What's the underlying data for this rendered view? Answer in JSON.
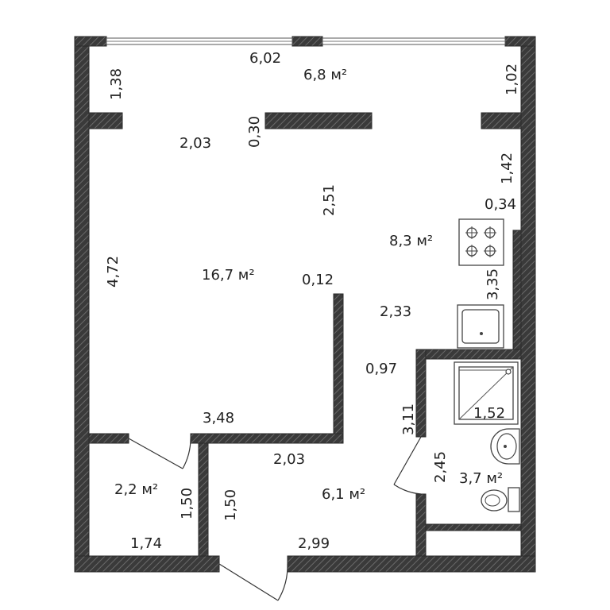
{
  "plan": {
    "areas": {
      "balcony": "6,8 м²",
      "living_room": "16,7 м²",
      "kitchen": "8,3 м²",
      "closet": "2,2 м²",
      "hallway": "6,1 м²",
      "bathroom": "3,7 м²"
    },
    "dimensions": {
      "balcony_width": "6,02",
      "balcony_left_depth": "1,38",
      "balcony_right_depth": "1,02",
      "wall_thickness": "0,30",
      "living_opening": "2,03",
      "living_height": "4,72",
      "living_width_bottom": "3,48",
      "partition": "0,12",
      "kitchen_height": "2,51",
      "kitchen_top_right": "1,42",
      "kitchen_niche": "0,34",
      "kitchen_width": "2,33",
      "kitchen_right_height": "3,35",
      "hall_passage": "0,97",
      "bath_wall_height": "3,11",
      "bath_shower_width": "1,52",
      "bath_height": "2,45",
      "hall_width_top": "2,03",
      "hall_width_bottom": "2,99",
      "closet_width": "1,74",
      "closet_height": "1,50",
      "hall_left_height": "1,50"
    }
  }
}
